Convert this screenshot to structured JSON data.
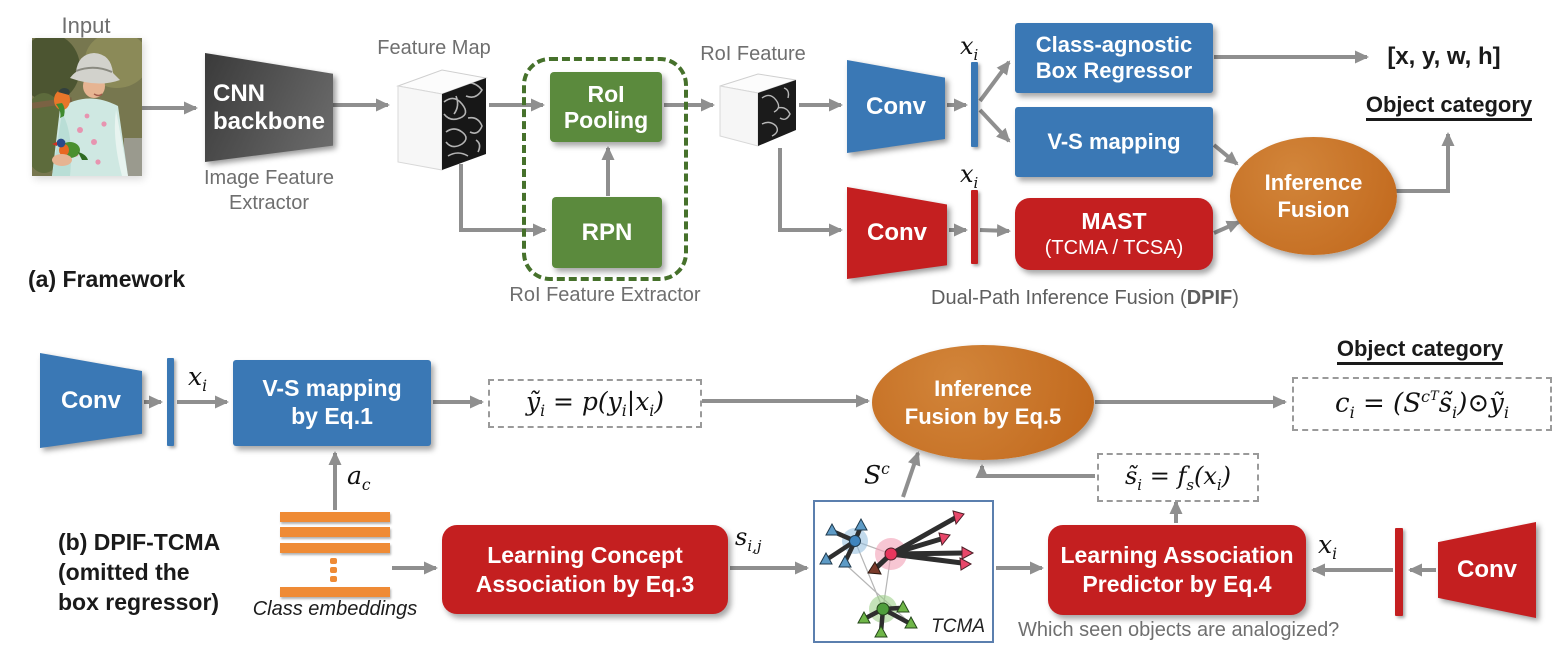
{
  "colors": {
    "blue": "#3a78b5",
    "red": "#c41f20",
    "green": "#5b8a3d",
    "green_dashed_border": "#46712b",
    "orange_ellipse": "#c96e20",
    "orange_embedding_bar": "#ef8b35",
    "arrow_gray": "#8f8f8f",
    "label_gray": "#6f6f6f",
    "tcma_border": "#5b7fae"
  },
  "panel_a": {
    "caption": "(a) Framework",
    "input_label": "Input",
    "cnn_backbone": {
      "line1": "CNN",
      "line2": "backbone"
    },
    "image_feature_extractor": {
      "line1": "Image Feature",
      "line2": "Extractor"
    },
    "feature_map_label": "Feature Map",
    "roi_pooling": {
      "line1": "RoI",
      "line2": "Pooling"
    },
    "rpn": "RPN",
    "roi_feature_extractor_label": "RoI Feature Extractor",
    "roi_feature_label": "RoI Feature",
    "conv_top": "Conv",
    "conv_bottom": "Conv",
    "box_regressor": {
      "line1": "Class-agnostic",
      "line2": "Box Regressor"
    },
    "vs_mapping": "V-S mapping",
    "mast": {
      "line1": "MAST",
      "line2": "(TCMA / TCSA)"
    },
    "inference_fusion": {
      "line1": "Inference",
      "line2": "Fusion"
    },
    "bbox_output": "[x, y, w, h]",
    "object_category": "Object category",
    "dpif_caption": {
      "prefix": "Dual-Path Inference Fusion (",
      "bold": "DPIF",
      "suffix": ")"
    }
  },
  "panel_b": {
    "caption": {
      "line1": "(b) DPIF-TCMA",
      "line2": "(omitted the",
      "line3": "box regressor)"
    },
    "conv_left": "Conv",
    "conv_right": "Conv",
    "vs_mapping_eq1": {
      "line1": "V-S mapping",
      "line2": "by Eq.1"
    },
    "learning_concept": {
      "line1": "Learning Concept",
      "line2": "Association by Eq.3"
    },
    "learning_association": {
      "line1": "Learning Association",
      "line2": "Predictor by Eq.4"
    },
    "inference_fusion_eq5": {
      "line1": "Inference",
      "line2": "Fusion by Eq.5"
    },
    "class_embeddings_label": "Class embeddings",
    "tcma_label": "TCMA",
    "question_caption": "Which seen objects are analogized?",
    "object_category": "Object category"
  },
  "formulas": {
    "xi": [
      {
        "t": "x"
      },
      {
        "t": "i",
        "sub": true
      }
    ],
    "ac": [
      {
        "t": "a"
      },
      {
        "t": "c",
        "sub": true
      }
    ],
    "sc": [
      {
        "t": "S"
      },
      {
        "t": "c",
        "sup": true
      }
    ],
    "sij": [
      {
        "t": "s"
      },
      {
        "t": "i,j",
        "sub": true
      }
    ],
    "y_pred": [
      {
        "t": "ỹ"
      },
      {
        "t": "i",
        "sub": true
      },
      {
        "t": " = "
      },
      {
        "t": "p("
      },
      {
        "t": "y"
      },
      {
        "t": "i",
        "sub": true
      },
      {
        "t": "|"
      },
      {
        "t": "x"
      },
      {
        "t": "i",
        "sub": true
      },
      {
        "t": ")"
      }
    ],
    "s_pred": [
      {
        "t": "s̃"
      },
      {
        "t": "i",
        "sub": true
      },
      {
        "t": " = "
      },
      {
        "t": "f"
      },
      {
        "t": "s",
        "sub": true
      },
      {
        "t": "("
      },
      {
        "t": "x"
      },
      {
        "t": "i",
        "sub": true
      },
      {
        "t": ")"
      }
    ],
    "c_out": [
      {
        "t": "c"
      },
      {
        "t": "i",
        "sub": true
      },
      {
        "t": " = ("
      },
      {
        "t": "S"
      },
      {
        "t": "c",
        "sup": true
      },
      {
        "t": "T",
        "sup2": true
      },
      {
        "t": "s̃"
      },
      {
        "t": "i",
        "sub": true
      },
      {
        "t": ")⊙"
      },
      {
        "t": "ỹ"
      },
      {
        "t": "i",
        "sub": true
      }
    ]
  }
}
